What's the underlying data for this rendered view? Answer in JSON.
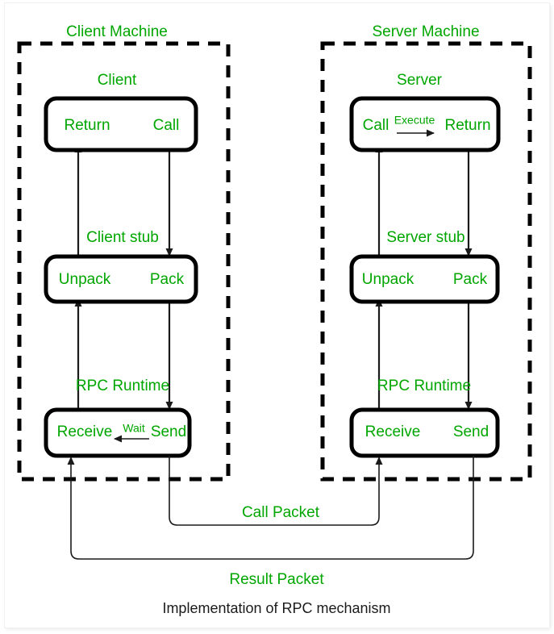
{
  "diagram": {
    "caption": "Implementation of RPC mechanism",
    "accent_color": "#00a600",
    "line_color": "#1a1a1a",
    "background": "#ffffff",
    "client_machine": {
      "title": "Client Machine",
      "layers": [
        {
          "name": "Client",
          "label": "Client",
          "left_port": "Return",
          "right_port": "Call"
        },
        {
          "name": "Client stub",
          "label": "Client stub",
          "left_port": "Unpack",
          "right_port": "Pack"
        },
        {
          "name": "RPC Runtime",
          "label": "RPC Runtime",
          "left_port": "Receive",
          "right_port": "Send",
          "inner_arrow_label": "Wait"
        }
      ]
    },
    "server_machine": {
      "title": "Server Machine",
      "layers": [
        {
          "name": "Server",
          "label": "Server",
          "left_port": "Call",
          "right_port": "Return",
          "inner_arrow_label": "Execute"
        },
        {
          "name": "Server stub",
          "label": "Server stub",
          "left_port": "Unpack",
          "right_port": "Pack"
        },
        {
          "name": "RPC Runtime",
          "label": "RPC Runtime",
          "left_port": "Receive",
          "right_port": "Send"
        }
      ]
    },
    "network_paths": [
      {
        "label": "Call Packet",
        "from": "client RPC Runtime Send",
        "to": "server RPC Runtime Receive"
      },
      {
        "label": "Result Packet",
        "from": "server RPC Runtime Send",
        "to": "client RPC Runtime Receive"
      }
    ]
  }
}
